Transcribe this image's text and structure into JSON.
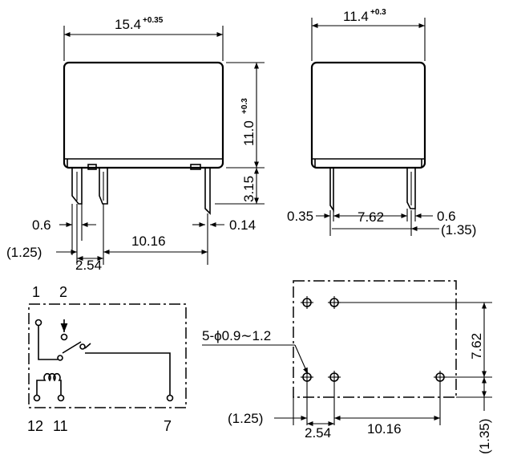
{
  "front_view": {
    "width_dim": "15.4",
    "width_tol": "+0.35",
    "height_dim": "11.0",
    "height_tol": "+0.3",
    "pin_len": "3.15",
    "pin_w_left": "0.6",
    "pin_t_right": "0.14",
    "offset": "(1.25)",
    "pitch_small": "2.54",
    "pitch_large": "10.16"
  },
  "side_view": {
    "width_dim": "11.4",
    "width_tol": "+0.3",
    "pin_t_left": "0.35",
    "pitch": "7.62",
    "pin_w_right": "0.6",
    "offset": "(1.35)"
  },
  "schematic": {
    "pins_top": [
      "1",
      "2"
    ],
    "pins_bottom": [
      "12",
      "11",
      "7"
    ]
  },
  "pcb_layout": {
    "hole_note": "5-ϕ0.9∼1.2",
    "pitch_v": "7.62",
    "offset_h": "(1.25)",
    "pitch_small": "2.54",
    "pitch_large": "10.16",
    "offset_v": "(1.35)"
  }
}
